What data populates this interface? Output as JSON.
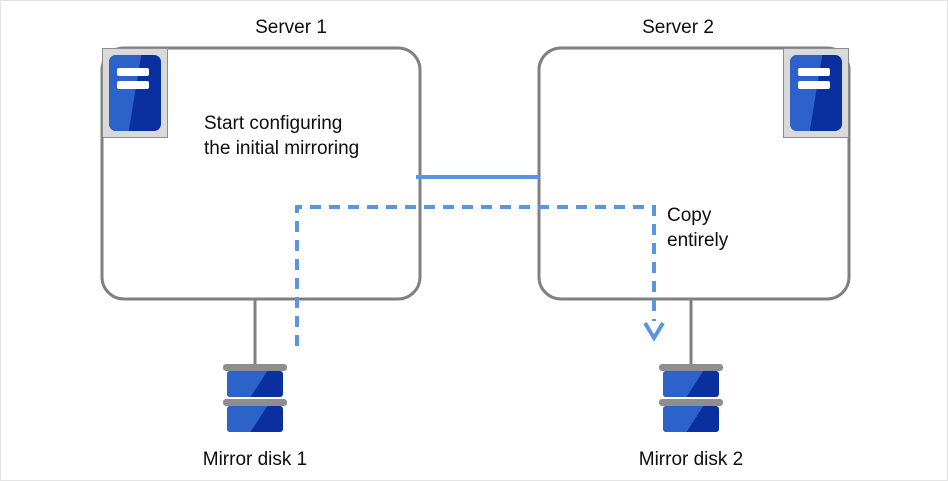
{
  "diagram": {
    "title_server1": "Server 1",
    "title_server2": "Server 2",
    "server1_body_text": "Start configuring\nthe initial mirroring",
    "copy_text": "Copy\nentirely",
    "disk1_label": "Mirror disk 1",
    "disk2_label": "Mirror disk 2",
    "icons": {
      "server1": "server-icon",
      "server2": "server-icon",
      "disk1": "disk-stack-icon",
      "disk2": "disk-stack-icon",
      "arrow": "arrow-down-icon"
    },
    "colors": {
      "accent_blue": "#5b95e0",
      "icon_blue_light": "#2c62c9",
      "icon_blue_dark": "#0a2f9e",
      "outline_gray": "#808080",
      "icon_frame_gray": "#d9d9d9",
      "canvas_border": "#e3e3e3",
      "text": "#0d0d0d"
    },
    "connections": {
      "mirror_link_style": "solid",
      "copy_link_style": "dashed"
    }
  }
}
